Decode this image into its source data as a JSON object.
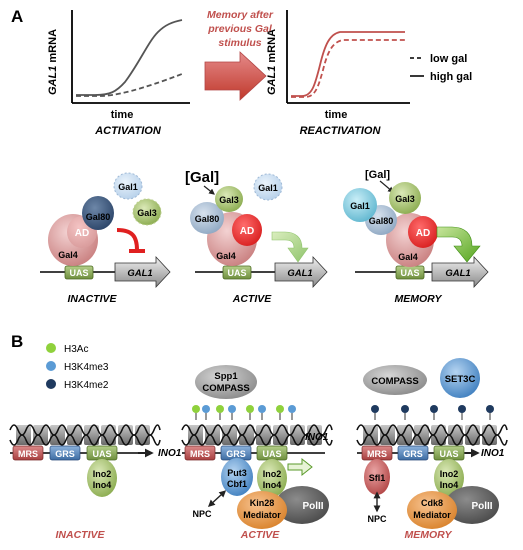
{
  "panelA": {
    "letter": "A",
    "graph1": {
      "ylabel_gene": "GAL1",
      "ylabel_rest": " mRNA",
      "xlabel": "time",
      "caption": "ACTIVATION"
    },
    "graph2": {
      "ylabel_gene": "GAL1",
      "ylabel_rest": " mRNA",
      "xlabel": "time",
      "caption": "REACTIVATION"
    },
    "memory_note": [
      "Memory after",
      "previous Gal",
      "stimulus"
    ],
    "legend": {
      "dashed": "low gal",
      "solid": "high gal"
    },
    "states": [
      {
        "caption": "INACTIVE",
        "uas": "UAS",
        "gene": "GAL1",
        "gal4": "Gal4",
        "ad": "AD",
        "gal80": "Gal80",
        "gal1": "Gal1",
        "gal3": "Gal3"
      },
      {
        "caption": "ACTIVE",
        "gal_label": "[Gal]",
        "uas": "UAS",
        "gene": "GAL1",
        "gal4": "Gal4",
        "ad": "AD",
        "gal80": "Gal80",
        "gal1": "Gal1",
        "gal3": "Gal3"
      },
      {
        "caption": "MEMORY",
        "gal_label": "[Gal]",
        "uas": "UAS",
        "gene": "GAL1",
        "gal4": "Gal4",
        "ad": "AD",
        "gal80": "Gal80",
        "gal1": "Gal1",
        "gal3": "Gal3"
      }
    ]
  },
  "panelB": {
    "letter": "B",
    "legend": [
      "H3Ac",
      "H3K4me3",
      "H3K4me2"
    ],
    "legend_colors": [
      "#8fd13c",
      "#5b9bd5",
      "#1f3a5f"
    ],
    "states": [
      {
        "caption": "INACTIVE",
        "mrs": "MRS",
        "grs": "GRS",
        "uas": "UAS",
        "gene": "INO1",
        "ino": [
          "Ino2",
          "Ino4"
        ]
      },
      {
        "caption": "ACTIVE",
        "mrs": "MRS",
        "grs": "GRS",
        "uas": "UAS",
        "gene": "INO1",
        "ino": [
          "Ino2",
          "Ino4"
        ],
        "put3": [
          "Put3",
          "Cbf1"
        ],
        "compass": [
          "Spp1",
          "COMPASS"
        ],
        "kin28": "Kin28",
        "mediator": "Mediator",
        "polii": "PolII",
        "npc": "NPC"
      },
      {
        "caption": "MEMORY",
        "mrs": "MRS",
        "grs": "GRS",
        "uas": "UAS",
        "gene": "INO1",
        "ino": [
          "Ino2",
          "Ino4"
        ],
        "sfl1": "Sfl1",
        "compass": "COMPASS",
        "set3c": "SET3C",
        "cdk8": "Cdk8",
        "mediator": "Mediator",
        "polii": "PolII",
        "npc": "NPC"
      }
    ]
  }
}
